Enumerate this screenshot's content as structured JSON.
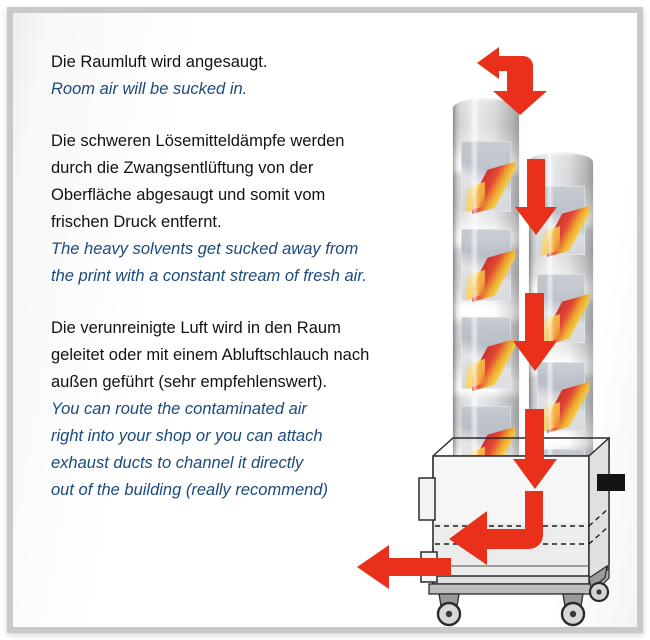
{
  "document": {
    "title": "Drying rack airflow explanation"
  },
  "paragraphs": [
    {
      "id": "p1",
      "de": [
        "Die Raumluft wird angesaugt."
      ],
      "en": [
        "Room air will be sucked in."
      ]
    },
    {
      "id": "p2",
      "de": [
        "Die schweren Lösemitteldämpfe werden",
        "durch die Zwangsentlüftung von der",
        "Oberfläche abgesaugt und somit vom",
        "frischen Druck entfernt."
      ],
      "en": [
        "The heavy solvents get sucked away from",
        "the print with a constant stream of fresh air."
      ]
    },
    {
      "id": "p3",
      "de": [
        "Die verunreinigte Luft wird in den Raum",
        "geleitet oder mit einem Abluftschlauch nach",
        "außen geführt (sehr empfehlenswert)."
      ],
      "en": [
        "You can route the contaminated air",
        "right into your shop or you can attach",
        "exhaust ducts to channel it directly",
        "out of the building (really recommend)"
      ]
    }
  ],
  "illustration": {
    "name": "drying-rack-with-printed-rolls",
    "arrows": [
      {
        "name": "intake-hook-arrow",
        "direction": "bent-down",
        "label": "room air intake"
      },
      {
        "name": "downflow-arrow-1",
        "direction": "down",
        "label": "air flows down"
      },
      {
        "name": "downflow-arrow-2",
        "direction": "down",
        "label": "air flows down"
      },
      {
        "name": "downflow-arrow-3",
        "direction": "down",
        "label": "air flows down"
      },
      {
        "name": "deflect-hook-arrow",
        "direction": "bent-left",
        "label": "air deflected out"
      },
      {
        "name": "exhaust-left-arrow",
        "direction": "left",
        "label": "contaminated air exits"
      }
    ],
    "rolls": [
      {
        "name": "printed-roll-left"
      },
      {
        "name": "printed-roll-right"
      }
    ],
    "cart": {
      "name": "rolling-cart",
      "parts": [
        "frame",
        "shelf",
        "side-panel-left",
        "side-panel-right",
        "handle-black",
        "caster-front-left",
        "caster-front-right",
        "caster-rear-left",
        "caster-rear-right"
      ]
    }
  },
  "colors": {
    "arrow_red": "#E8301B",
    "text_black": "#121212",
    "text_blue": "#1B4A7E",
    "frame_gray": "#C9C9C9",
    "cart_gray": "#E9E9E9",
    "handle_black": "#141414"
  }
}
